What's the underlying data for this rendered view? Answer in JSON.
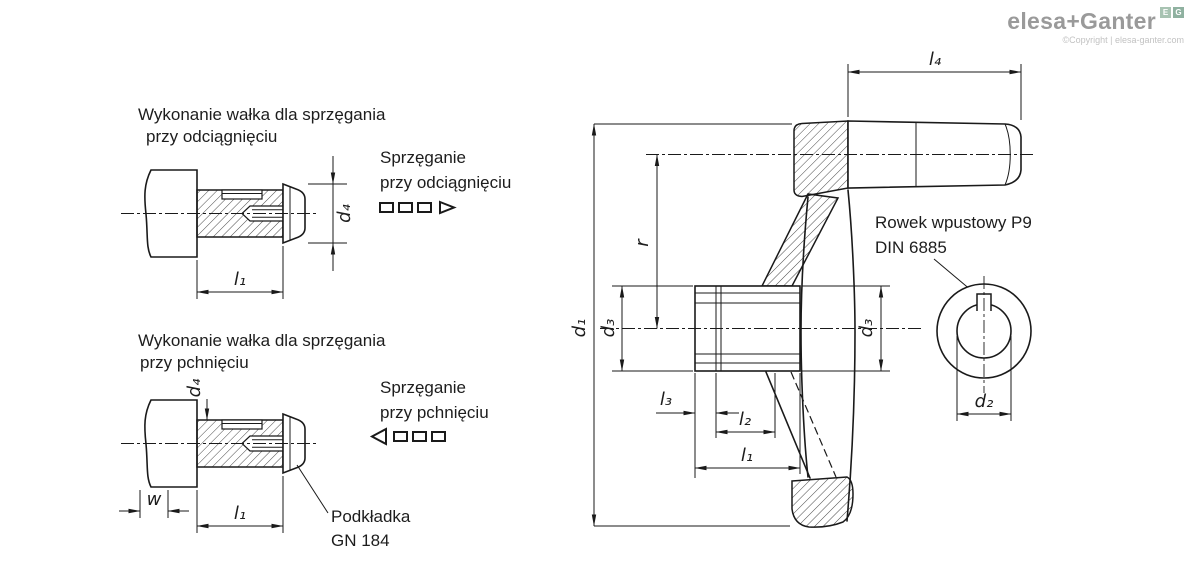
{
  "brand": {
    "name": "elesa+Ganter",
    "copyright": "©Copyright | elesa-ganter.com",
    "badge_e": "E",
    "badge_g": "G",
    "badge_e_color": "#a8c3b2",
    "badge_g_color": "#8fb1a0",
    "text_color": "#9a9a9a",
    "line_color": "#1a1a1a"
  },
  "pull_section": {
    "title_line1": "Wykonanie wałka dla sprzęgania",
    "title_line2": "przy odciągnięciu",
    "caption_line1": "Sprzęganie",
    "caption_line2": "przy odciągnięciu",
    "dim_d4": "d₄",
    "dim_l1": "l₁"
  },
  "push_section": {
    "title_line1": "Wykonanie wałka dla sprzęgania",
    "title_line2": "przy pchnięciu",
    "caption_line1": "Sprzęganie",
    "caption_line2": "przy pchnięciu",
    "washer_line1": "Podkładka",
    "washer_line2": "GN 184",
    "dim_d4": "d₄",
    "dim_w": "w",
    "dim_l1": "l₁"
  },
  "main_view": {
    "keyway_line1": "Rowek wpustowy P9",
    "keyway_line2": "DIN 6885",
    "dim_l4": "l₄",
    "dim_r": "r",
    "dim_d1": "d₁",
    "dim_d3_left": "d₃",
    "dim_d3_right": "d₃",
    "dim_l3": "l₃",
    "dim_l2": "l₂",
    "dim_l1": "l₁",
    "dim_d2": "d₂"
  }
}
